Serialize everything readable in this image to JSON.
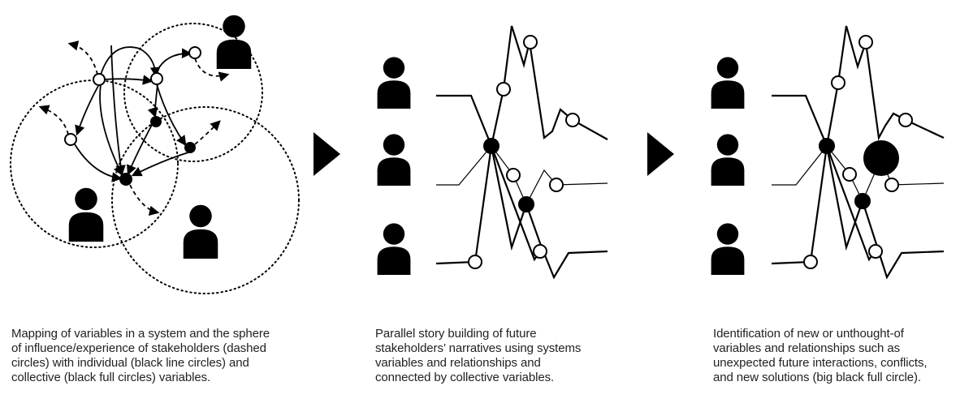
{
  "colors": {
    "ink": "#000000",
    "text": "#222222",
    "background": "#ffffff"
  },
  "icons": {
    "person": "person-silhouette-icon",
    "arrow": "right-pointing-triangle-icon",
    "individual_variable": "open-circle-icon",
    "collective_variable": "filled-circle-icon",
    "new_solution": "big-filled-circle-icon"
  },
  "panels": [
    {
      "id": "mapping",
      "caption_lines": [
        "Mapping of variables in a system and the sphere",
        "of influence/experience of stakeholders (dashed",
        "circles) with individual (black line circles) and",
        "collective (black full circles) variables."
      ]
    },
    {
      "id": "story-building",
      "caption_lines": [
        "Parallel story building of future",
        "stakeholders’ narratives using systems",
        "variables and relationships and",
        "connected by collective variables."
      ]
    },
    {
      "id": "identification",
      "caption_lines": [
        "Identification of new or unthought-of",
        "variables and relationships such as",
        "unexpected future interactions, conflicts,",
        "and new solutions (big black full circle)."
      ]
    }
  ]
}
